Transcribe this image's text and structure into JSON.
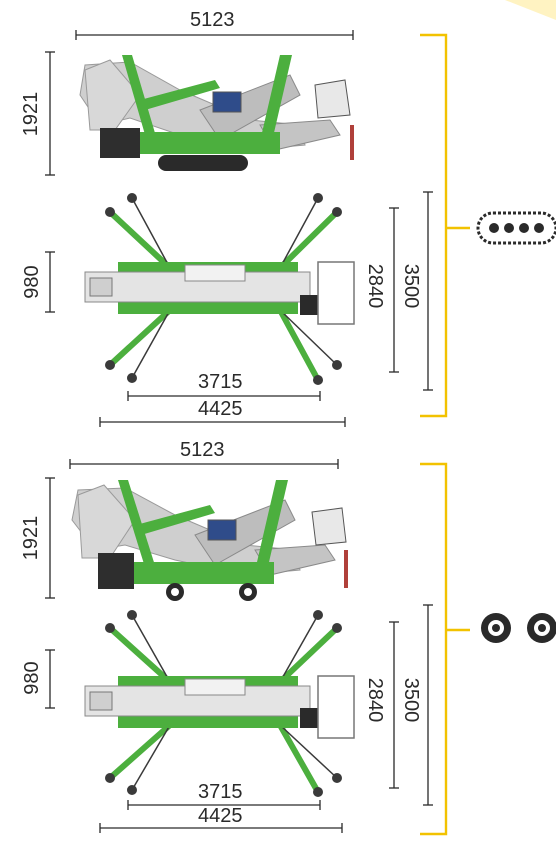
{
  "colors": {
    "machine_green": "#4caf3e",
    "boom_grey": "#c8c8c8",
    "outrigger_dark": "#3a3a3a",
    "bracket_yellow": "#f2c200",
    "line": "#2a2a2a"
  },
  "tracked": {
    "side_length": "5123",
    "side_height": "1921",
    "top_width": "980",
    "platform_width": "2840",
    "outrigger_spread_width": "3500",
    "inner_length": "3715",
    "outer_length": "4425",
    "undercarriage_icon": "track-icon"
  },
  "wheeled": {
    "side_length": "5123",
    "side_height": "1921",
    "top_width": "980",
    "platform_width": "2840",
    "outrigger_spread_width": "3500",
    "inner_length": "3715",
    "outer_length": "4425",
    "undercarriage_icon": "wheels-icon"
  }
}
